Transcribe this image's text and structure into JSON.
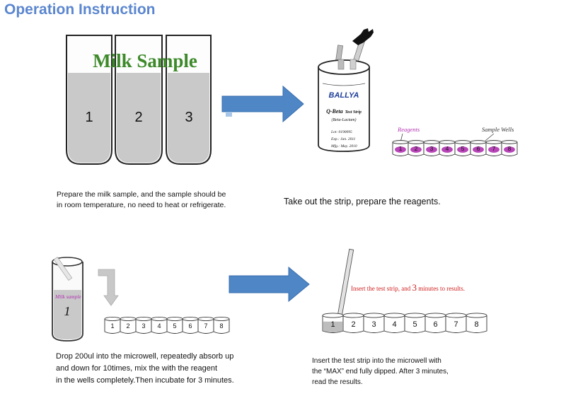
{
  "title": "Operation Instruction",
  "step1": {
    "milk_label": "Milk Sample",
    "tubes": [
      "1",
      "2",
      "3"
    ],
    "caption_line1": "Prepare the milk sample, and the sample should be",
    "caption_line2": "in room temperature, no need to heat or refrigerate."
  },
  "step2": {
    "brand": "BALLYA",
    "product": "Q-Beta",
    "product_sub": "Test Strip",
    "product_type": "(Beta-Lactam)",
    "lot": "Lot: 0190095",
    "exp": "Exp.: Jan. 2011",
    "mfg": "Mfg.: May. 2010",
    "reagents_label": "Reagents",
    "wells_label": "Sample Wells",
    "wells": [
      "1",
      "2",
      "3",
      "4",
      "5",
      "6",
      "7",
      "8"
    ],
    "caption": "Take out the strip, prepare the reagents."
  },
  "step3": {
    "tube_label": "Milk sample",
    "tube_number": "1",
    "wells": [
      "1",
      "2",
      "3",
      "4",
      "5",
      "6",
      "7",
      "8"
    ],
    "caption_line1": "Drop 200ul into the microwell, repeatedly absorb up",
    "caption_line2": "and down for 10times, mix the with the reagent",
    "caption_line3": "in the wells completely.Then incubate for 3 minutes."
  },
  "step4": {
    "note_before": "Insert the test strip, and ",
    "note_num": "3",
    "note_after": " minutes to results.",
    "wells": [
      "1",
      "2",
      "3",
      "4",
      "5",
      "6",
      "7",
      "8"
    ],
    "caption_line1": "Insert the test strip into the microwell with",
    "caption_line2": "the “MAX” end fully dipped. After 3 minutes,",
    "caption_line3": "read the results."
  },
  "colors": {
    "title": "#5b86cf",
    "arrow": "#4f86c6",
    "milk_label": "#3d8a2a",
    "liquid": "#c9c9c9",
    "reagent": "#b030b0",
    "note": "#d02020"
  }
}
